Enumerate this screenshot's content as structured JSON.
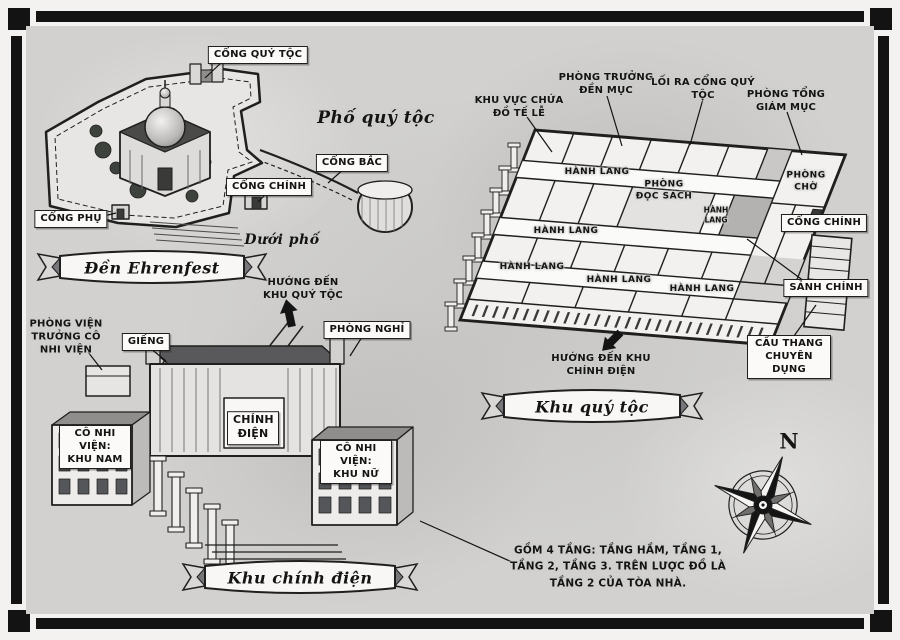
{
  "banners": {
    "temple": "Đền Ehrenfest",
    "noble_quarter": "Khu quý tộc",
    "main_hall": "Khu chính điện"
  },
  "compass": {
    "north": "N"
  },
  "temple_area": {
    "noble_gate": "CỔNG QUÝ TỘC",
    "noble_street": "Phố quý tộc",
    "north_gate": "CỔNG BẮC",
    "main_gate": "CỔNG CHÍNH",
    "side_gate": "CỔNG PHỤ",
    "lower_street": "Dưới phố"
  },
  "noble_quarter": {
    "ritual_storage": "KHU VỰC CHỨA ĐỒ TẾ LỄ",
    "head_priest_room": "PHÒNG TRƯỞNG ĐỀN MỤC",
    "noble_gate_exit": "LỐI RA CỔNG QUÝ TỘC",
    "high_bishop_room": "PHÒNG TỔNG GIÁM MỤC",
    "corridor": "HÀNH LANG",
    "reading_room": "PHÒNG ĐỌC SÁCH",
    "waiting_room": "PHÒNG CHỜ",
    "main_gate": "CỔNG CHÍNH",
    "main_lobby": "SẢNH CHÍNH",
    "private_stairs": "CẦU THANG CHUYÊN DỤNG",
    "to_main_hall": "HƯỚNG ĐẾN KHU CHÍNH ĐIỆN"
  },
  "main_hall_area": {
    "orphanage_director_room": "PHÒNG VIỆN TRƯỞNG CÔ NHI VIỆN",
    "well": "GIẾNG",
    "to_noble_quarter": "HƯỚNG ĐẾN KHU QUÝ TỘC",
    "rest_room": "PHÒNG NGHỈ",
    "chapel": "CHÍNH ĐIỆN",
    "orphanage_boys_wing": "CÔ NHI VIỆN: KHU NAM",
    "orphanage_girls_wing": "CÔ NHI VIỆN: KHU NỮ"
  },
  "note": {
    "floors": "GỒM 4 TẦNG: TẦNG HẦM, TẦNG 1, TẦNG 2, TẦNG 3. TRÊN LƯỢC ĐỒ LÀ TẦNG 2 CỦA TÒA NHÀ."
  }
}
